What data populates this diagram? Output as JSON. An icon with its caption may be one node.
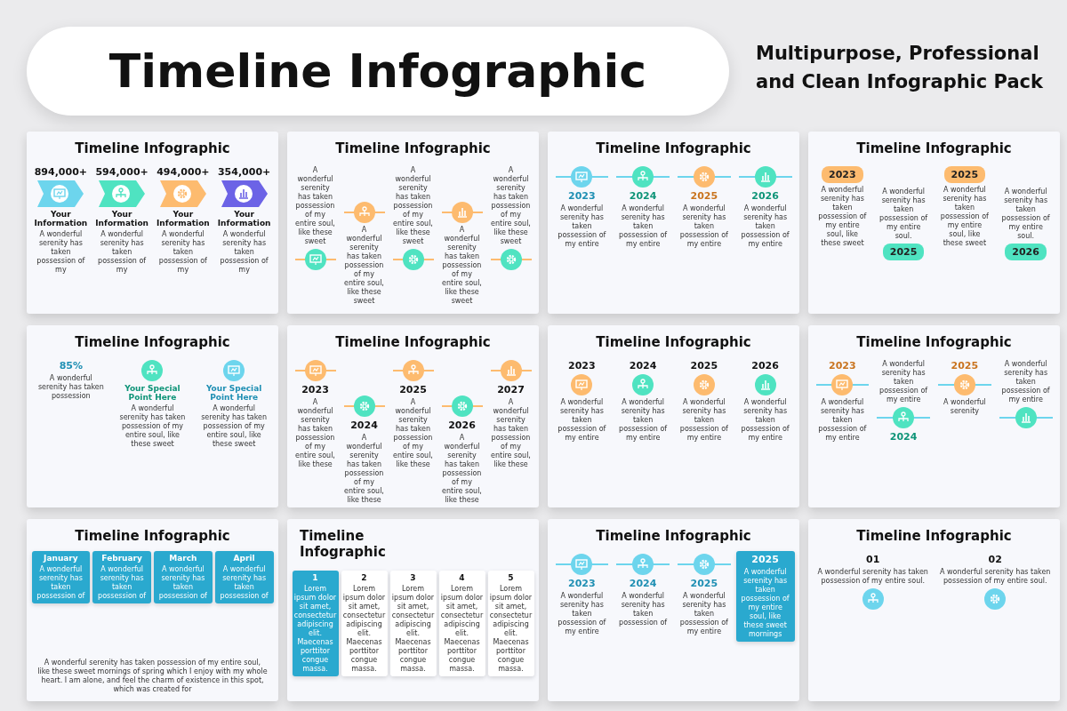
{
  "diagram": {
    "nodes": [
      {
        "text": [
          "Timeline Infographic"
        ]
      },
      {
        "text": [
          "Timeline Infographic"
        ]
      },
      {
        "text": [
          "894,000+",
          "Your Information",
          "A wonderful serenity has taken possession of my"
        ],
        "in": 1
      },
      {
        "text": [
          "594,000+",
          "Your Information",
          "A wonderful serenity has taken possession of my"
        ],
        "in": 1
      },
      {
        "text": [
          "494,000+",
          "Your Information",
          "A wonderful serenity has taken possession of my"
        ],
        "in": 1
      },
      {
        "text": [
          "354,000+",
          "Your Information",
          "A wonderful serenity has taken possession of my"
        ],
        "in": 1
      },
      {
        "text": [
          "Timeline Infographic"
        ]
      },
      {
        "text": [
          "A wonderful serenity has taken possession of my entire soul, like these sweet"
        ],
        "in": 6
      },
      {
        "text": [
          "A wonderful serenity has taken possession of my entire soul, like these sweet"
        ],
        "in": 6
      },
      {
        "text": [
          "A wonderful serenity has taken possession of my entire soul, like these sweet"
        ],
        "in": 6
      },
      {
        "text": [
          "A wonderful serenity has taken possession of my entire soul, like these sweet"
        ],
        "in": 6
      },
      {
        "text": [
          "A wonderful serenity has taken possession of my entire soul, like these sweet"
        ],
        "in": 6
      },
      {
        "text": [
          "Timeline Infographic"
        ]
      },
      {
        "text": [
          "2023",
          "A wonderful serenity has taken possession of my entire"
        ],
        "in": 12
      },
      {
        "text": [
          "2024",
          "A wonderful serenity has taken possession of my entire"
        ],
        "in": 12
      },
      {
        "text": [
          "2025",
          "A wonderful serenity has taken possession of my entire"
        ],
        "in": 12
      },
      {
        "text": [
          "2026",
          "A wonderful serenity has taken possession of my entire"
        ],
        "in": 12
      },
      {
        "text": [
          "Timeline Infographic"
        ]
      },
      {
        "text": [
          "2023",
          "A wonderful serenity has taken possession of my entire soul, like these sweet"
        ],
        "in": 17
      },
      {
        "text": [
          "A wonderful serenity has taken possession of my entire soul.",
          "2025"
        ],
        "in": 17
      },
      {
        "text": [
          "2025",
          "A wonderful serenity has taken possession of my entire soul, like these sweet"
        ],
        "in": 17
      },
      {
        "text": [
          "A wonderful serenity has taken possession of my entire soul.",
          "2026"
        ],
        "in": 17
      },
      {
        "text": [
          "Timeline Infographic"
        ]
      },
      {
        "text": [
          "85%",
          "A wonderful serenity has taken possession"
        ],
        "in": 22
      },
      {
        "text": [
          "Your Special Point Here",
          "A wonderful serenity has taken possession of my entire soul, like these sweet"
        ],
        "in": 22
      },
      {
        "text": [
          "Your Special Point Here",
          "A wonderful serenity has taken possession of my entire soul, like these sweet"
        ],
        "in": 22
      },
      {
        "text": [
          "Timeline Infographic"
        ]
      },
      {
        "text": [
          "2023",
          "A wonderful serenity has taken possession of my entire soul, like these"
        ],
        "in": 26
      },
      {
        "text": [
          "2024",
          "A wonderful serenity has taken possession of my entire soul, like these"
        ],
        "in": 26
      },
      {
        "text": [
          "2025",
          "A wonderful serenity has taken possession of my entire soul, like these"
        ],
        "in": 26
      },
      {
        "text": [
          "2026",
          "A wonderful serenity has taken possession of my entire soul, like these"
        ],
        "in": 26
      },
      {
        "text": [
          "2027",
          "A wonderful serenity has taken possession of my entire soul, like these"
        ],
        "in": 26
      },
      {
        "text": [
          "Timeline Infographic"
        ]
      },
      {
        "text": [
          "2023",
          "A wonderful serenity has taken possession of my entire"
        ],
        "in": 32
      },
      {
        "text": [
          "2024",
          "A wonderful serenity has taken possession of my entire"
        ],
        "in": 32
      },
      {
        "text": [
          "2025",
          "A wonderful serenity has taken possession of my entire"
        ],
        "in": 32
      },
      {
        "text": [
          "2026",
          "A wonderful serenity has taken possession of my entire"
        ],
        "in": 32
      },
      {
        "text": [
          "Timeline Infographic"
        ]
      },
      {
        "text": [
          "2023",
          "A wonderful serenity has taken possession of my entire"
        ],
        "in": 37
      },
      {
        "text": [
          "A wonderful serenity has taken possession of my entire",
          "2024"
        ],
        "in": 37
      },
      {
        "text": [
          "2025",
          "A wonderful serenity"
        ],
        "in": 37
      },
      {
        "text": [
          "A wonderful serenity has taken possession of my entire"
        ],
        "in": 37
      },
      {
        "text": [
          "Timeline Infographic",
          "A wonderful serenity has taken possession of my entire soul, like these sweet mornings of spring which I enjoy with my whole heart. I am alone, and feel the charm of existence in this spot, which was created for"
        ]
      },
      {
        "text": [
          "January",
          "A wonderful serenity has taken possession of"
        ],
        "in": 42
      },
      {
        "text": [
          "February",
          "A wonderful serenity has taken possession of"
        ],
        "in": 42
      },
      {
        "text": [
          "March",
          "A wonderful serenity has taken possession of"
        ],
        "in": 42
      },
      {
        "text": [
          "April",
          "A wonderful serenity has taken possession of"
        ],
        "in": 42
      },
      {
        "text": [
          "Timeline Infographic"
        ]
      },
      {
        "text": [
          "1",
          "Lorem ipsum dolor sit amet, consectetur adipiscing elit. Maecenas porttitor congue massa."
        ],
        "in": 47
      },
      {
        "text": [
          "2",
          "Lorem ipsum dolor sit amet, consectetur adipiscing elit. Maecenas porttitor congue massa."
        ],
        "in": 47
      },
      {
        "text": [
          "3",
          "Lorem ipsum dolor sit amet, consectetur adipiscing elit. Maecenas porttitor congue massa."
        ],
        "in": 47
      },
      {
        "text": [
          "4",
          "Lorem ipsum dolor sit amet, consectetur adipiscing elit. Maecenas porttitor congue massa."
        ],
        "in": 47
      },
      {
        "text": [
          "5",
          "Lorem ipsum dolor sit amet, consectetur adipiscing elit. Maecenas porttitor congue massa."
        ],
        "in": 47
      },
      {
        "text": [
          "Timeline Infographic"
        ]
      },
      {
        "text": [
          "2023",
          "A wonderful serenity has taken possession of my entire"
        ],
        "in": 53
      },
      {
        "text": [
          "2024",
          "A wonderful serenity has taken possession of"
        ],
        "in": 53
      },
      {
        "text": [
          "2025",
          "A wonderful serenity has taken possession of my entire"
        ],
        "in": 53
      },
      {
        "text": [
          "2025",
          "A wonderful serenity has taken possession of my entire soul, like these sweet mornings"
        ],
        "in": 53
      },
      {
        "text": [
          "Timeline Infographic"
        ]
      },
      {
        "text": [
          "01",
          "A wonderful serenity has taken possession of my entire soul."
        ],
        "in": 58
      },
      {
        "text": [
          "02",
          "A wonderful serenity has taken possession of my entire soul."
        ],
        "in": 58
      }
    ],
    "labels": [
      "Multipurpose, Professional and Clean Infographic Pack"
    ]
  }
}
